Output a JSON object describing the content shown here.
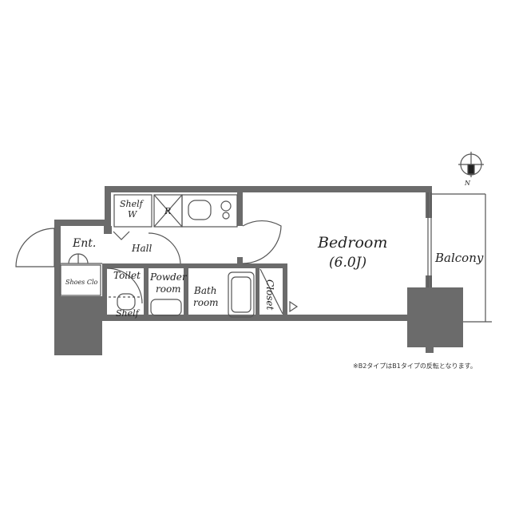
{
  "rooms": {
    "bedroom": "Bedroom",
    "bedroom_size": "(6.0J)",
    "balcony": "Balcony",
    "entrance": "Ent.",
    "hall": "Hall",
    "shoes_closet": "Shoes Clo",
    "toilet": "Toilet",
    "toilet_shelf": "Shelf",
    "powder_room_1": "Powder",
    "powder_room_2": "room",
    "bath_room_1": "Bath",
    "bath_room_2": "room",
    "closet": "Closet",
    "shelf_top": "Shelf",
    "washer": "W",
    "refrigerator": "R"
  },
  "compass": {
    "north": "N"
  },
  "note": "※B2タイプはB1タイプの反転となります。",
  "colors": {
    "wall": "#6b6b6b",
    "line": "#555555",
    "background": "#ffffff"
  }
}
